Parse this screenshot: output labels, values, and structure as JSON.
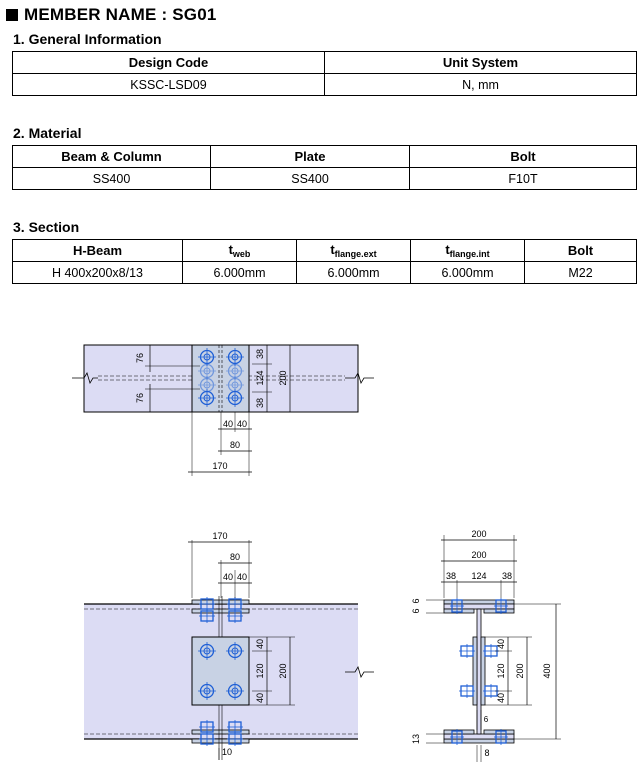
{
  "title": "MEMBER NAME : SG01",
  "sections": {
    "general": {
      "heading": "1. General Information",
      "headers": [
        "Design Code",
        "Unit System"
      ],
      "values": [
        "KSSC-LSD09",
        "N,  mm"
      ]
    },
    "material": {
      "heading": "2. Material",
      "headers": [
        "Beam & Column",
        "Plate",
        "Bolt"
      ],
      "values": [
        "SS400",
        "SS400",
        "F10T"
      ]
    },
    "section": {
      "heading": "3. Section",
      "headers": {
        "hbeam": "H-Beam",
        "tweb_main": "t",
        "tweb_sub": "web",
        "tfext_main": "t",
        "tfext_sub": "flange.ext",
        "tfint_main": "t",
        "tfint_sub": "flange.int",
        "bolt": "Bolt"
      },
      "values": [
        "H  400x200x8/13",
        "6.000mm",
        "6.000mm",
        "6.000mm",
        "M22"
      ]
    }
  },
  "drawing": {
    "colors": {
      "member": "#dcdcf4",
      "plate": "#c8d2e4",
      "bolt": "#1e5fd6",
      "line": "#000000"
    },
    "top_view": {
      "dim_76_a": "76",
      "dim_76_b": "76",
      "dim_38_a": "38",
      "dim_124": "124",
      "dim_38_b": "38",
      "dim_200": "200",
      "dim_40_a": "40",
      "dim_40_b": "40",
      "dim_80": "80",
      "dim_170": "170"
    },
    "front_view": {
      "dim_170": "170",
      "dim_80": "80",
      "dim_40_a": "40",
      "dim_40_b": "40",
      "dim_40_c": "40",
      "dim_120": "120",
      "dim_40_d": "40",
      "dim_200": "200",
      "dim_10": "10"
    },
    "side_view": {
      "dim_200_a": "200",
      "dim_200_b": "200",
      "dim_38_a": "38",
      "dim_124": "124",
      "dim_38_b": "38",
      "dim_6_a": "6",
      "dim_6_b": "6",
      "dim_40_a": "40",
      "dim_120": "120",
      "dim_40_b": "40",
      "dim_200_c": "200",
      "dim_400": "400",
      "dim_13": "13",
      "dim_8": "8",
      "dim_6_web": "6"
    }
  }
}
